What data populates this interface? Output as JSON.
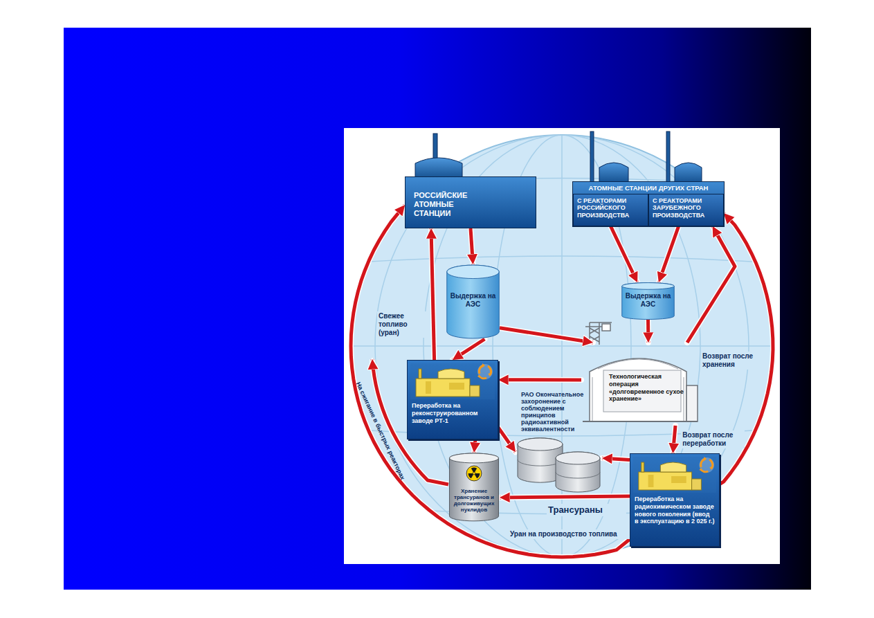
{
  "diagram": {
    "nodes": [
      {
        "text": [
          "РОССИЙСКИЕ АТОМНЫЕ СТАНЦИИ"
        ]
      },
      {
        "text": [
          "АТОМНЫЕ СТАНЦИИ ДРУГИХ СТРАН"
        ]
      },
      {
        "text": [
          "С РЕАКТОРАМИ РОССИЙСКОГО ПРОИЗВОДСТВА"
        ],
        "in": 1
      },
      {
        "text": [
          "С РЕАКТОРАМИ ЗАРУБЕЖНОГО ПРОИЗВОДСТВА"
        ],
        "in": 1
      },
      {
        "text": [
          "Выдержка на АЭС"
        ]
      },
      {
        "text": [
          "Выдержка на АЭС"
        ]
      },
      {
        "text": [
          "Переработка на реконструированном заводе РТ-1"
        ]
      },
      {
        "text": [
          "Технологическая операция «долговременное сухое хранение»"
        ]
      },
      {
        "text": [
          "РАО Окончательное захоронение с соблюдением принципов радиоактивной эквивалентности"
        ]
      },
      {
        "text": [
          "Хранение трансуранов и долгоживущих нуклидов"
        ]
      },
      {
        "text": [
          "Переработка на радиохимическом заводе нового поколения (ввод в эксплуатацию в 2 025 г.)"
        ]
      }
    ],
    "edges": [
      {
        "from": 0,
        "to": 4,
        "arrow": "to"
      },
      {
        "from": 2,
        "to": 5,
        "arrow": "to"
      },
      {
        "from": 3,
        "to": 5,
        "arrow": "to"
      },
      {
        "from": 4,
        "to": 6,
        "arrow": "to"
      },
      {
        "from": 4,
        "to": 7,
        "arrow": "to"
      },
      {
        "from": 5,
        "to": 7,
        "arrow": "to"
      },
      {
        "from": 7,
        "to": 6,
        "arrow": "to"
      },
      {
        "from": 6,
        "to": 0,
        "label": "Свежее топливо (уран)",
        "arrow": "to"
      },
      {
        "from": 6,
        "to": 8,
        "arrow": "to"
      },
      {
        "from": 6,
        "to": 9,
        "arrow": "to"
      },
      {
        "from": 7,
        "to": 10,
        "label": "Возврат после переработки",
        "arrow": "to"
      },
      {
        "from": 7,
        "to": 3,
        "label": "Возврат после хранения",
        "arrow": "to"
      },
      {
        "from": 10,
        "to": 3,
        "arrow": "to"
      },
      {
        "from": 10,
        "to": 8,
        "arrow": "to"
      },
      {
        "from": 10,
        "to": 9,
        "label": "Трансураны",
        "arrow": "to"
      },
      {
        "from": 10,
        "to": 0,
        "label": "Уран на производство топлива",
        "arrow": "to"
      }
    ],
    "labels": [
      "На сжигание в быстрых реакторах"
    ]
  }
}
